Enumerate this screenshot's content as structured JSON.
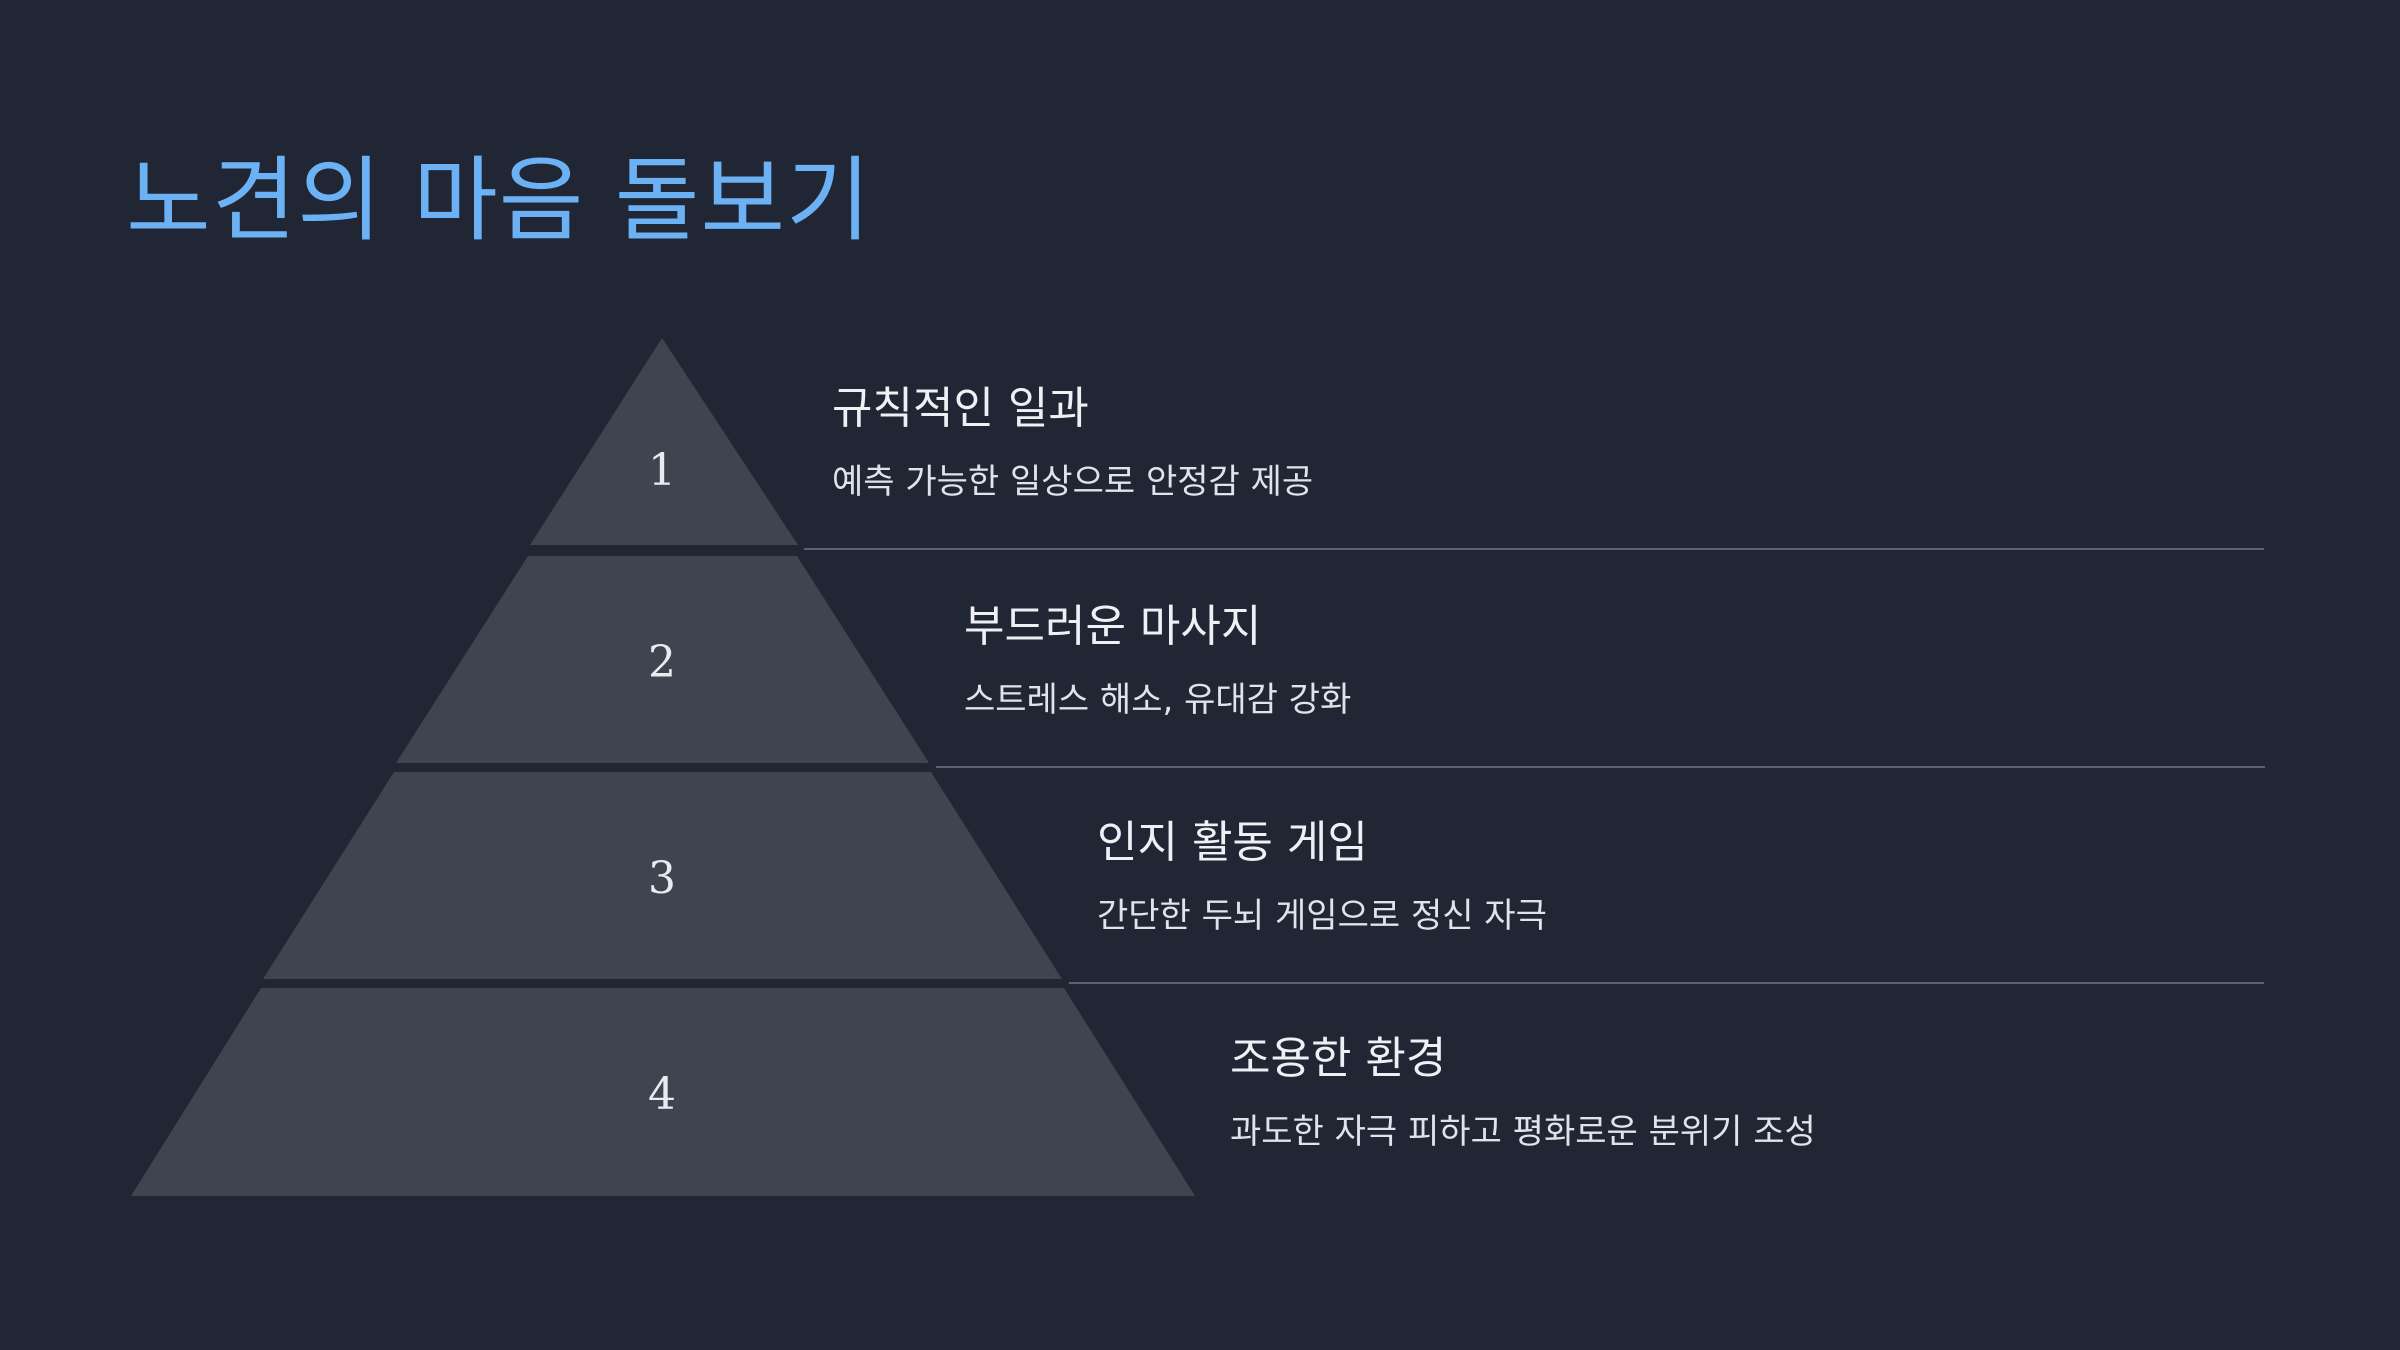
{
  "slide": {
    "title": "노견의 마음 돌보기"
  },
  "colors": {
    "background": "#202633",
    "title": "#6db1f5",
    "tier_fill": "#3e4450",
    "divider": "#5c6370",
    "text": "#eef0f4"
  },
  "pyramid": {
    "tiers": [
      {
        "number": "1",
        "heading": "규칙적인 일과",
        "description": "예측 가능한 일상으로 안정감 제공"
      },
      {
        "number": "2",
        "heading": "부드러운 마사지",
        "description": "스트레스 해소, 유대감 강화"
      },
      {
        "number": "3",
        "heading": "인지 활동 게임",
        "description": "간단한 두뇌 게임으로 정신 자극"
      },
      {
        "number": "4",
        "heading": "조용한 환경",
        "description": "과도한 자극 피하고 평화로운 분위기 조성"
      }
    ]
  }
}
